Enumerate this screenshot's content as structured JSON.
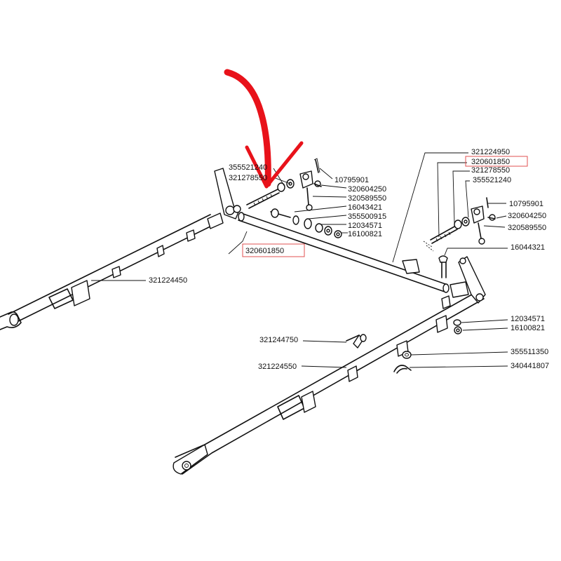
{
  "colors": {
    "line": "#111111",
    "highlight_box": "#e05050",
    "arrow": "#e8121a"
  },
  "labels": {
    "p355521240_a": "355521240",
    "p321278550_a": "321278550",
    "p10795901_a": "10795901",
    "p320604250_a": "320604250",
    "p320589550_a": "320589550",
    "p16043421": "16043421",
    "p355500915": "355500915",
    "p12034571_a": "12034571",
    "p16100821_a": "16100821",
    "p320601850_a": "320601850",
    "p321224450": "321224450",
    "p321224950": "321224950",
    "p320601850_b": "320601850",
    "p321278550_b": "321278550",
    "p355521240_b": "355521240",
    "p10795901_b": "10795901",
    "p320604250_b": "320604250",
    "p320589550_b": "320589550",
    "p16044321": "16044321",
    "p12034571_b": "12034571",
    "p16100821_b": "16100821",
    "p321244750": "321244750",
    "p355511350": "355511350",
    "p321224550": "321224550",
    "p340441807": "340441807"
  }
}
